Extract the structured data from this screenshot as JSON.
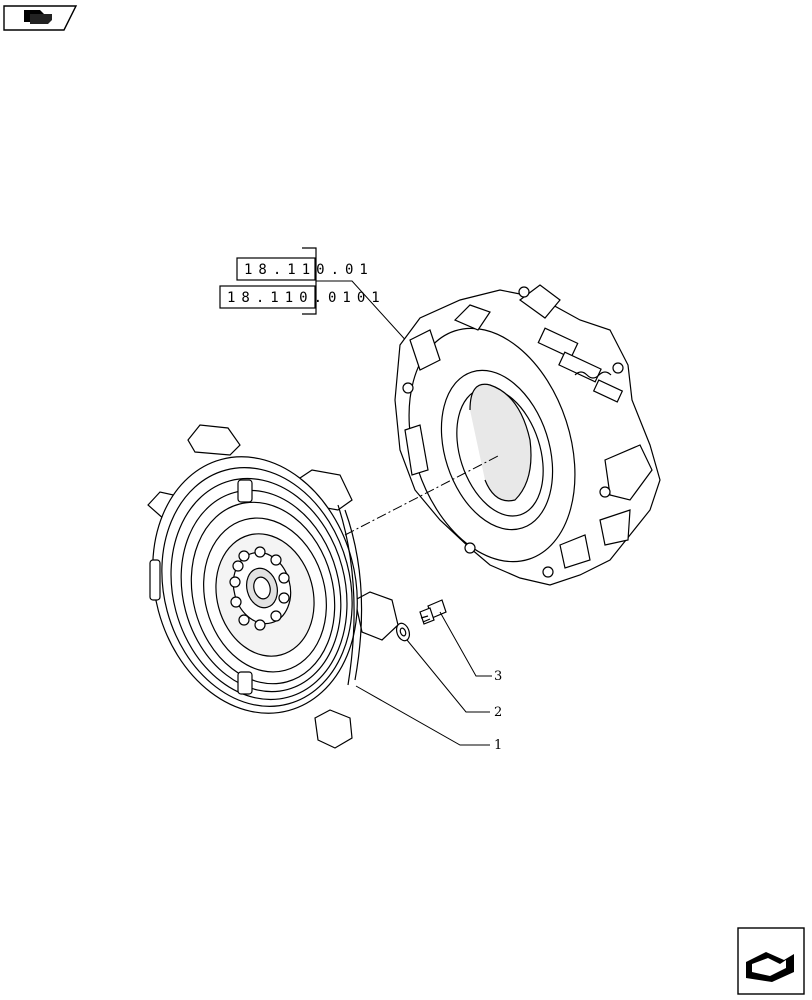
{
  "references": [
    {
      "code": "18.110.01"
    },
    {
      "code": "18.110.0101"
    }
  ],
  "callouts": [
    {
      "number": "1",
      "part": "clutch disc"
    },
    {
      "number": "2",
      "part": "washer"
    },
    {
      "number": "3",
      "part": "bolt"
    }
  ],
  "icons": {
    "top_left": "previous-page-icon",
    "bottom_right": "next-page-icon"
  }
}
